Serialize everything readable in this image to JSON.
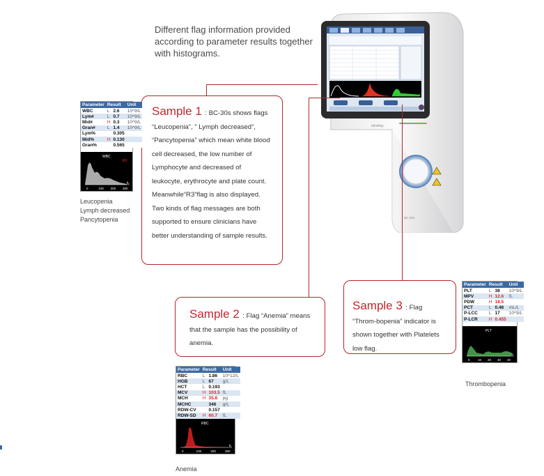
{
  "intro": "Different flag information provided according to parameter results together with histograms.",
  "sample1": {
    "title": "Sample 1",
    "body": ": BC-30s shows flags “Leucopenia”, ” Lymph decreased”, “Pancytopenia” which mean white blood cell decreased, the low number of Lymphocyte and decreased of leukocyte, erythrocyte and plate count. Meanwhile“R3”flag is also displayed. Two kinds of flag messages are both supported to ensure clinicians have better understanding of sample results."
  },
  "sample2": {
    "title": "Sample 2",
    "body": ": Flag “Anemia” means that the sample has the possibility of anemia."
  },
  "sample3": {
    "title": "Sample 3",
    "body": ": Flag “Throm-bopenia” indicator is shown together with Platelets low flag."
  },
  "panel_wbc": {
    "headers": [
      "Parameter",
      "Result",
      "Unit"
    ],
    "rows": [
      {
        "p": "WBC",
        "f": "L",
        "r": "2.6",
        "u": "10^9/L"
      },
      {
        "p": "Lym#",
        "f": "L",
        "r": "0.7",
        "u": "10^9/L"
      },
      {
        "p": "Mid#",
        "f": "H",
        "r": "0.3",
        "u": "10^9/L"
      },
      {
        "p": "Gran#",
        "f": "L",
        "r": "1.4",
        "u": "10^9/L"
      },
      {
        "p": "Lym%",
        "f": "",
        "r": "0.305",
        "u": ""
      },
      {
        "p": "Mid%",
        "f": "H",
        "r": "0.130",
        "u": ""
      },
      {
        "p": "Gran%",
        "f": "",
        "r": "0.565",
        "u": ""
      }
    ],
    "hist_label": "WBC",
    "hist_flag": "R3",
    "hist_ticks": [
      "0",
      "100",
      "200",
      "300"
    ],
    "hist_unit": "fL",
    "color": "#c8c8c8",
    "captions": [
      "Leucopenia",
      "Lymph decreased",
      "Pancytopenia"
    ]
  },
  "panel_rbc": {
    "headers": [
      "Parameter",
      "Result",
      "Unit"
    ],
    "rows": [
      {
        "p": "RBC",
        "f": "L",
        "r": "1.86",
        "u": "10^12/L",
        "red": false
      },
      {
        "p": "HGB",
        "f": "L",
        "r": "67",
        "u": "g/L",
        "red": false
      },
      {
        "p": "HCT",
        "f": "L",
        "r": "0.193",
        "u": "",
        "red": false
      },
      {
        "p": "MCV",
        "f": "H",
        "r": "103.5",
        "u": "fL",
        "red": true
      },
      {
        "p": "MCH",
        "f": "H",
        "r": "35.8",
        "u": "pg",
        "red": true
      },
      {
        "p": "MCHC",
        "f": "",
        "r": "346",
        "u": "g/L",
        "red": false
      },
      {
        "p": "RDW-CV",
        "f": "",
        "r": "0.157",
        "u": "",
        "red": false
      },
      {
        "p": "RDW-SD",
        "f": "H",
        "r": "60.7",
        "u": "fL",
        "red": true
      }
    ],
    "hist_label": "RBC",
    "hist_ticks": [
      "0",
      "100",
      "200",
      "300"
    ],
    "hist_unit": "fL",
    "color": "#e02020",
    "captions": [
      "Anemia"
    ]
  },
  "panel_plt": {
    "headers": [
      "Parameter",
      "Result",
      "Unit"
    ],
    "rows": [
      {
        "p": "PLT",
        "f": "L",
        "r": "38",
        "u": "10^9/L",
        "red": false
      },
      {
        "p": "MPV",
        "f": "H",
        "r": "12.6",
        "u": "fL",
        "red": true
      },
      {
        "p": "PDW",
        "f": "H",
        "r": "18.5",
        "u": "",
        "red": true
      },
      {
        "p": "PCT",
        "f": "L",
        "r": "0.48",
        "u": "mL/L",
        "red": false
      },
      {
        "p": "P-LCC",
        "f": "L",
        "r": "17",
        "u": "10^9/L",
        "red": false
      },
      {
        "p": "P-LCR",
        "f": "H",
        "r": "0.455",
        "u": "",
        "red": true
      }
    ],
    "hist_label": "PLT",
    "hist_ticks": [
      "0",
      "10",
      "20",
      "30",
      "40"
    ],
    "hist_unit": "fL",
    "color": "#4caf50",
    "captions": [
      "Thrombopenia"
    ]
  },
  "device": {
    "brand": "mindray",
    "model": "BC-30s"
  }
}
